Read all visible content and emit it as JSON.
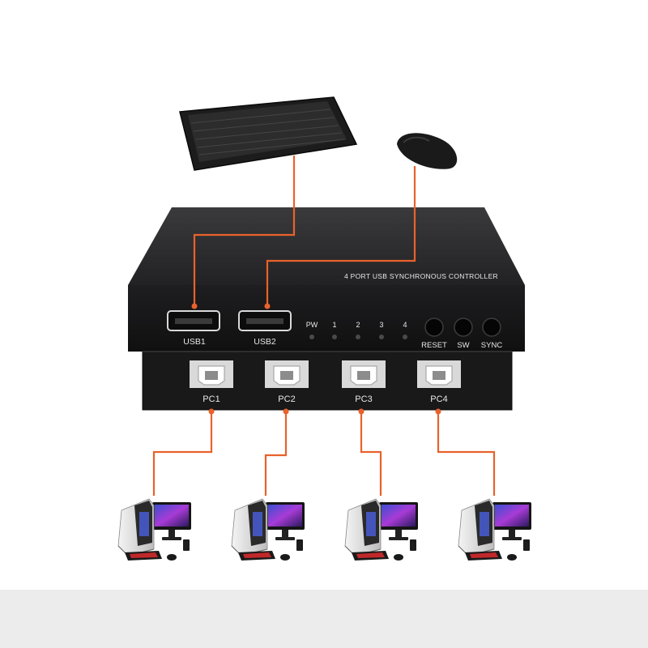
{
  "device": {
    "title": "4 PORT USB SYNCHRONOUS CONTROLLER",
    "usb_ports": [
      "USB1",
      "USB2"
    ],
    "indicators": [
      "PW",
      "1",
      "2",
      "3",
      "4"
    ],
    "buttons": [
      "RESET",
      "SW",
      "SYNC"
    ],
    "pc_ports": [
      "PC1",
      "PC2",
      "PC3",
      "PC4"
    ]
  },
  "colors": {
    "cable": "#e8622c",
    "device_body": "#1b1b1c",
    "device_top": "#2a2a2b",
    "label": "#e8e8e8",
    "background": "#ffffff",
    "floor": "#ececec"
  },
  "peripherals": [
    "keyboard-icon",
    "mouse-icon",
    "desktop-computer-icon"
  ]
}
